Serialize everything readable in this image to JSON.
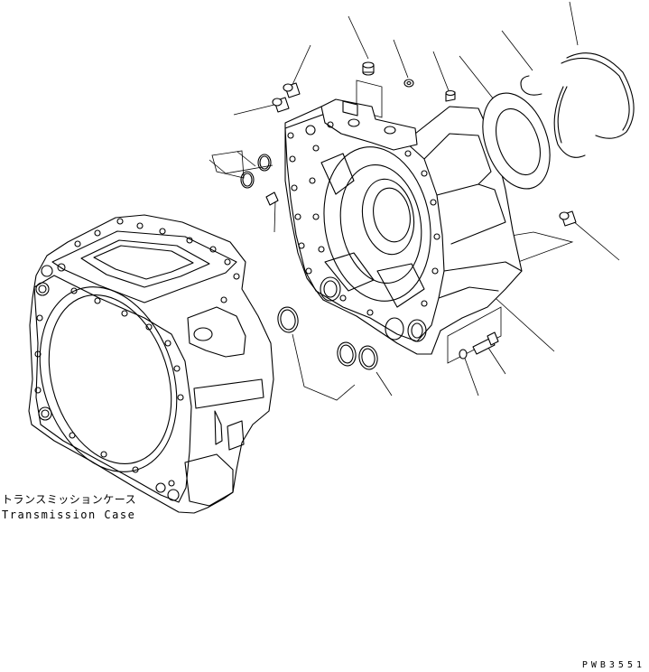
{
  "caption": {
    "japanese": "トランスミッションケース",
    "english": "Transmission Case"
  },
  "figure_number": "PWB3551",
  "colors": {
    "ink": "#000000",
    "paper": "#ffffff"
  }
}
